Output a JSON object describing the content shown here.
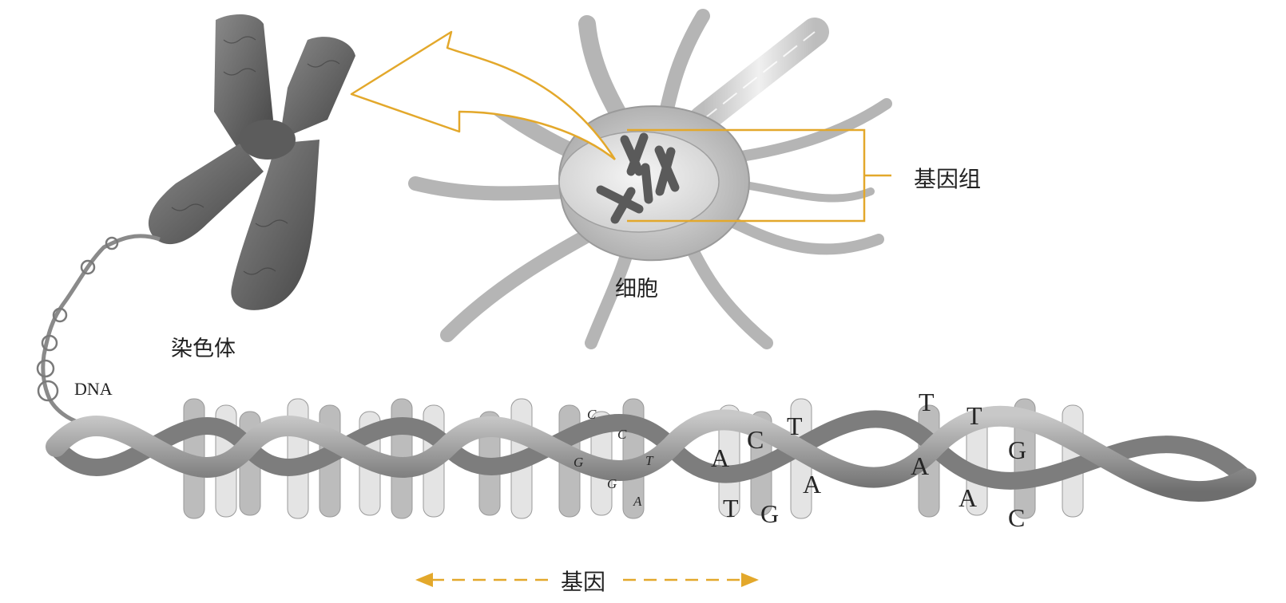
{
  "labels": {
    "chromosome": "染色体",
    "cell": "细胞",
    "genome": "基因组",
    "dna": "DNA",
    "gene": "基因"
  },
  "bases": {
    "small": [
      "C",
      "C",
      "G",
      "G",
      "T",
      "A"
    ],
    "large": [
      "A",
      "T",
      "C",
      "G",
      "T",
      "A",
      "T",
      "A",
      "T",
      "A",
      "G",
      "C"
    ]
  },
  "colors": {
    "accent": "#E3A82B",
    "ribbon": "#9a9a9a",
    "chromosome": "#6b6b6b",
    "cell": "#c9c9c9"
  }
}
